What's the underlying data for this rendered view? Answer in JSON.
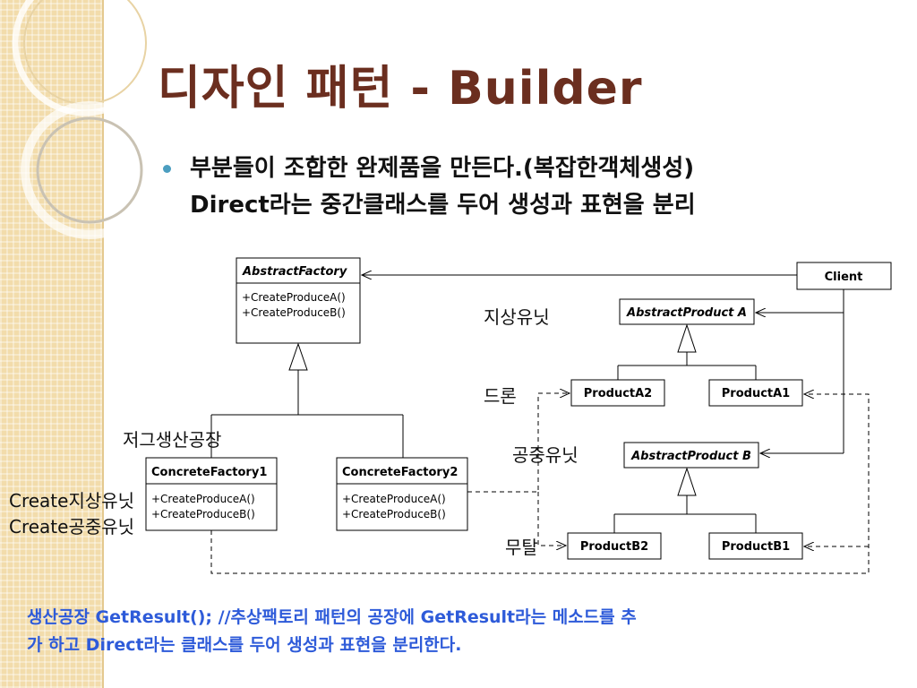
{
  "slide": {
    "title": "디자인 패턴 - Builder",
    "bullet_line_1": "부분들이 조합한 완제품을  만든다.(복잡한객체생성)",
    "bullet_line_2": "Direct라는 중간클래스를 두어 생성과 표현을 분리",
    "footer_line_1": "생산공장  GetResult();   //추상팩토리 패턴의 공장에  GetResult라는 메소드를 추",
    "footer_line_2": "가 하고  Direct라는 클래스를 두어 생성과 표현을 분리한다."
  },
  "annotations": {
    "ground_unit": "지상유닛",
    "drone": "드론",
    "zerg_factory": "저그생산공장",
    "air_unit": "공중유닛",
    "mutal": "무탈",
    "create_ground": "Create지상유닛",
    "create_air": "Create공중유닛"
  },
  "classes": {
    "abstract_factory": {
      "name": "AbstractFactory",
      "ops": [
        "+CreateProduceA()",
        "+CreateProduceB()"
      ]
    },
    "concrete_factory_1": {
      "name": "ConcreteFactory1",
      "ops": [
        "+CreateProduceA()",
        "+CreateProduceB()"
      ]
    },
    "concrete_factory_2": {
      "name": "ConcreteFactory2",
      "ops": [
        "+CreateProduceA()",
        "+CreateProduceB()"
      ]
    },
    "client": {
      "name": "Client"
    },
    "abstract_product_a": {
      "name": "AbstractProduct A"
    },
    "abstract_product_b": {
      "name": "AbstractProduct B"
    },
    "product_a2": {
      "name": "ProductA2"
    },
    "product_a1": {
      "name": "ProductA1"
    },
    "product_b2": {
      "name": "ProductB2"
    },
    "product_b1": {
      "name": "ProductB1"
    }
  },
  "colors": {
    "title": "#6b2e1f",
    "bullet": "#4b9ec0",
    "footer": "#2e5bd9",
    "side_panel": "#f2dcab"
  }
}
